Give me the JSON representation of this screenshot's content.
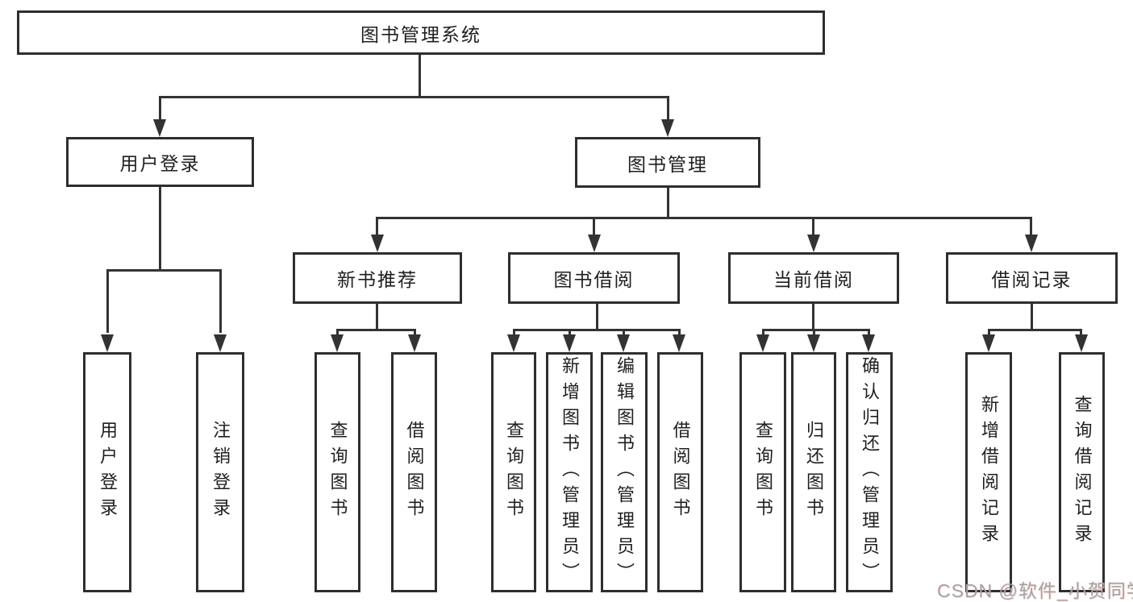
{
  "diagram": {
    "type": "tree",
    "title": "图书管理系统",
    "nodes": {
      "root": {
        "label": "图书管理系统"
      },
      "user_login": {
        "label": "用户登录"
      },
      "book_mgmt": {
        "label": "图书管理"
      },
      "new_book_rec": {
        "label": "新书推荐"
      },
      "book_borrow": {
        "label": "图书借阅"
      },
      "current_borrow": {
        "label": "当前借阅"
      },
      "borrow_records": {
        "label": "借阅记录"
      },
      "leaf_user_login": {
        "label": "用户登录"
      },
      "leaf_logout": {
        "label": "注销登录"
      },
      "leaf_nb_query": {
        "label": "查询图书"
      },
      "leaf_nb_borrow": {
        "label": "借阅图书"
      },
      "leaf_bb_query": {
        "label": "查询图书"
      },
      "leaf_bb_add": {
        "label": "新增图书（管理员）"
      },
      "leaf_bb_edit": {
        "label": "编辑图书（管理员）"
      },
      "leaf_bb_borrow": {
        "label": "借阅图书"
      },
      "leaf_cb_query": {
        "label": "查询图书"
      },
      "leaf_cb_return": {
        "label": "归还图书"
      },
      "leaf_cb_confirm": {
        "label": "确认归还（管理员）"
      },
      "leaf_br_add": {
        "label": "新增借阅记录"
      },
      "leaf_br_query": {
        "label": "查询借阅记录"
      }
    },
    "hierarchy": {
      "图书管理系统": {
        "用户登录": [
          "用户登录",
          "注销登录"
        ],
        "图书管理": {
          "新书推荐": [
            "查询图书",
            "借阅图书"
          ],
          "图书借阅": [
            "查询图书",
            "新增图书（管理员）",
            "编辑图书（管理员）",
            "借阅图书"
          ],
          "当前借阅": [
            "查询图书",
            "归还图书",
            "确认归还（管理员）"
          ],
          "借阅记录": [
            "新增借阅记录",
            "查询借阅记录"
          ]
        }
      }
    },
    "colors": {
      "line": "#333333",
      "box_border": "#2e2e2e",
      "text": "#1f1f1f",
      "watermark": "#a3a3a3",
      "background": "#ffffff"
    },
    "watermark": "CSDN @软件_小贺同学"
  }
}
